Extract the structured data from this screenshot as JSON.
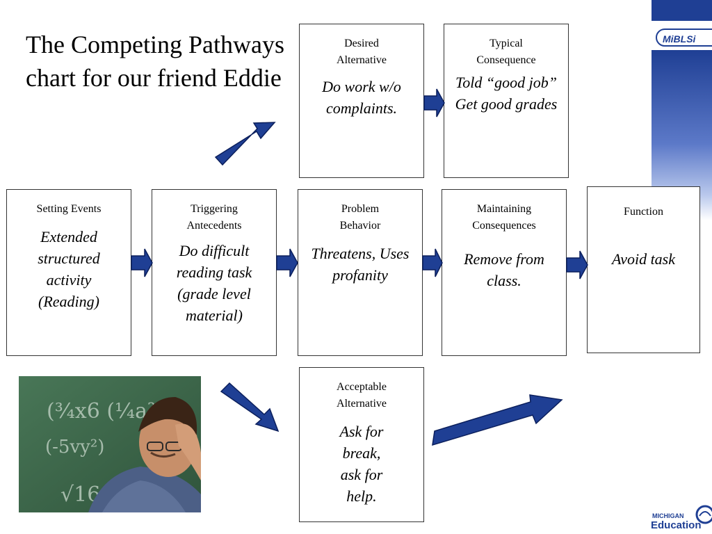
{
  "title": "The Competing Pathways chart for our friend Eddie",
  "boxes": {
    "setting": {
      "label": "Setting Events",
      "value": "Extended structured activity (Reading)"
    },
    "triggering": {
      "label": "Triggering Antecedents",
      "value": "Do difficult reading task (grade level material)"
    },
    "problem": {
      "label": "Problem Behavior",
      "value": "Threatens, Uses profanity"
    },
    "maintaining": {
      "label": "Maintaining Consequences",
      "value": "Remove from class."
    },
    "function": {
      "label": "Function",
      "value": "Avoid task"
    },
    "desired": {
      "label": "Desired Alternative",
      "value": "Do work w/o complaints."
    },
    "typical": {
      "label": "Typical Consequence",
      "value": "Told “good job” Get good grades"
    },
    "acceptable": {
      "label": "Acceptable Alternative",
      "value": "Ask for break, ask for help."
    }
  },
  "photo_board": {
    "line1": "(¾x6 (¼a²b",
    "line2": "(-5vy²)",
    "line3": "√16x²"
  },
  "logos": {
    "mibls": "MiBLSi",
    "edu_small": "MICHIGAN",
    "edu_big": "Education"
  },
  "colors": {
    "arrow_fill": "#1f3f94",
    "arrow_stroke": "#0b1f5c",
    "brand_blue": "#1f3f94",
    "chalkboard": "#3f6d4e"
  }
}
